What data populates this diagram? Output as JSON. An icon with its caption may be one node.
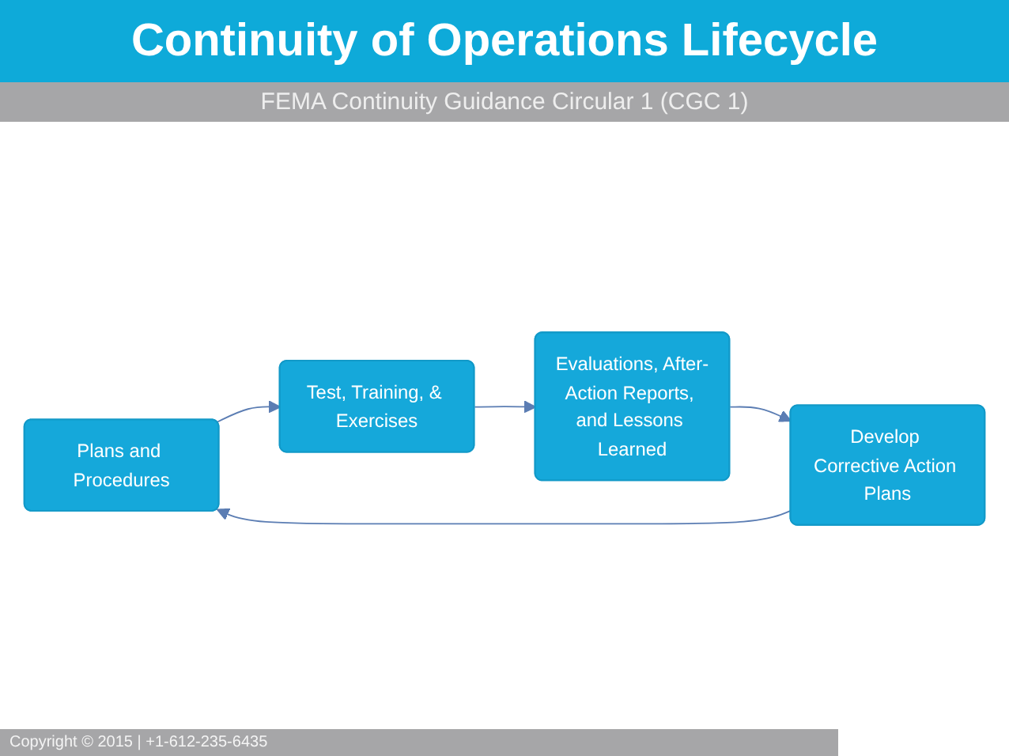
{
  "diagram": {
    "title": "Continuity of Operations Lifecycle",
    "nodes": [
      {
        "text": [
          "Plans and Procedures"
        ]
      },
      {
        "text": [
          "Test, Training, & Exercises"
        ]
      },
      {
        "text": [
          "Evaluations, After-Action Reports, and Lessons Learned"
        ]
      },
      {
        "text": [
          "Develop Corrective Action Plans"
        ]
      }
    ],
    "edges": [
      {
        "from": 0,
        "to": 1,
        "arrow": "to"
      },
      {
        "from": 1,
        "to": 2,
        "arrow": "to"
      },
      {
        "from": 2,
        "to": 3,
        "arrow": "to"
      },
      {
        "from": 3,
        "to": 0,
        "arrow": "to"
      }
    ],
    "labels": [
      "FEMA Continuity Guidance Circular 1 (CGC 1)",
      "Copyright © 2015 | +1-612-235-6435"
    ]
  }
}
